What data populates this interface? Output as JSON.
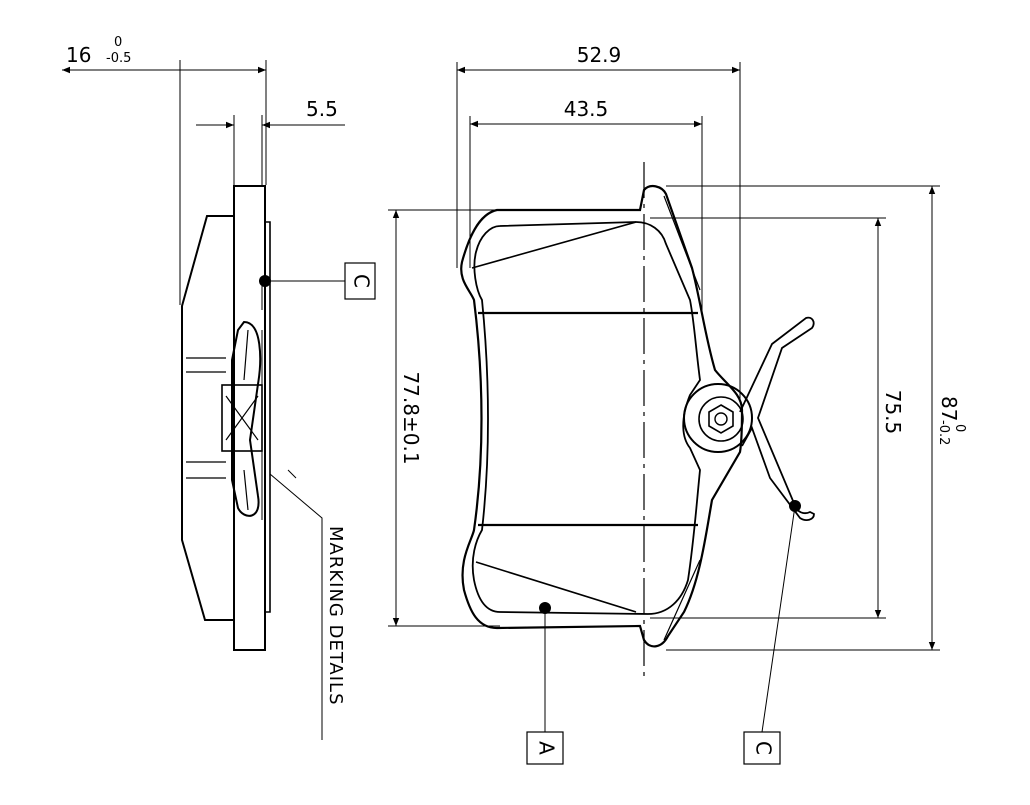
{
  "dimensions": {
    "side_thickness": {
      "value": "16",
      "tol_upper": "0",
      "tol_lower": "-0.5"
    },
    "backplate_thickness": "5.5",
    "overall_width": "52.9",
    "lining_width": "43.5",
    "lining_height": "77.8±0.1",
    "inner_height": "75.5",
    "overall_height": {
      "value": "87",
      "tol_upper": "0",
      "tol_lower": "-0.2"
    }
  },
  "callouts": {
    "side_c": "C",
    "bottom_a": "A",
    "bottom_c": "C",
    "marking": "MARKING DETAILS"
  },
  "colors": {
    "line": "#000000",
    "background": "#ffffff"
  }
}
